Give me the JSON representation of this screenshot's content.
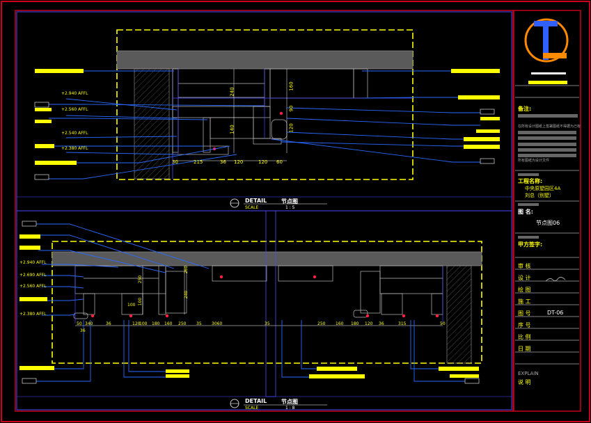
{
  "colors": {
    "background": "#000000",
    "frame": "#c8001e",
    "border": "#4a4aff",
    "highlight": "#ffff00",
    "dim": "#ffffff",
    "leader": "#2a6aff"
  },
  "detail_top": {
    "title": "DETAIL",
    "title_cn": "节点图",
    "scale_label": "SCALE",
    "scale_value": "1 : 5",
    "levels": [
      "+2.940 AFFL",
      "+2.560 AFFL",
      "+2.540 AFFL",
      "+2.380 AFFL"
    ],
    "dims_horizontal": [
      "30",
      "215",
      "36",
      "120",
      "120",
      "60"
    ],
    "dims_vertical": [
      "240",
      "160",
      "90",
      "140",
      "120"
    ]
  },
  "detail_bottom": {
    "title": "DETAIL",
    "title_cn": "节点图",
    "scale_label": "SCALE",
    "scale_value": "1 : 8",
    "levels": [
      "+2.940 AFFL",
      "+2.690 AFFL",
      "+2.560 AFFL",
      "+2.380 AFFL"
    ],
    "dims_horizontal": [
      "50",
      "340",
      "36",
      "120",
      "100",
      "180",
      "160",
      "250",
      "35",
      "3060",
      "35",
      "250",
      "160",
      "180",
      "120",
      "36",
      "315",
      "50"
    ],
    "dims_small": [
      "36",
      "100"
    ],
    "dims_vertical": [
      "250",
      "260",
      "100",
      "240"
    ]
  },
  "title_block": {
    "notes_label": "备注:",
    "notes_text": "在所有设计图纸上签署图纸不得据为己有",
    "notes_text2": "所有图纸为设计文件",
    "project_label": "工程名称:",
    "project_line1": "中央原墅园区4A",
    "project_line2": "刘总（别墅）",
    "drawing_label": "图 名:",
    "drawing_value": "节点图06",
    "design_label": "甲方签字:",
    "rows": [
      {
        "label": "审 核",
        "value": ""
      },
      {
        "label": "设 计",
        "value": ""
      },
      {
        "label": "绘 图",
        "value": ""
      },
      {
        "label": "施 工",
        "value": ""
      },
      {
        "label": "图 号",
        "value": "DT-06"
      },
      {
        "label": "序 号",
        "value": ""
      },
      {
        "label": "比 例",
        "value": ""
      },
      {
        "label": "日 期",
        "value": ""
      }
    ],
    "explain_en": "EXPLAIN",
    "explain_cn": "说 明"
  }
}
